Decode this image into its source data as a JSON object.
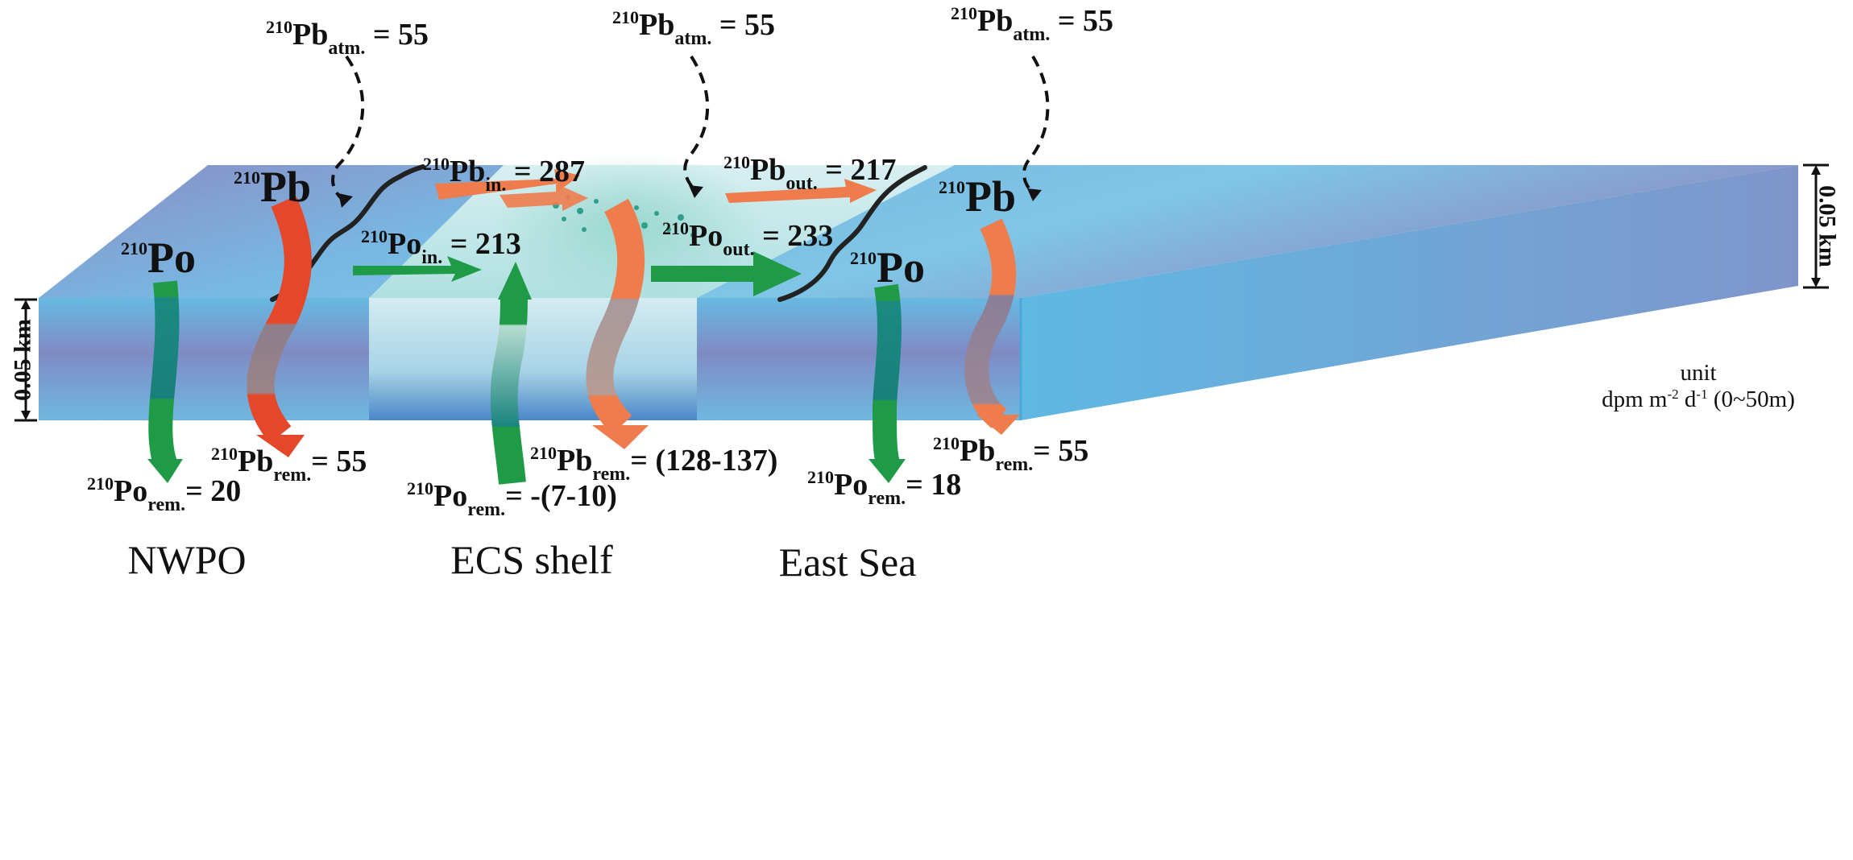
{
  "colors": {
    "water_top": "#78c2e4",
    "water_dark": "#8088c0",
    "water_front": "#6ab6df",
    "water_side": "#5ab4e0",
    "shelf_light": "#cfe9ef",
    "shelf_blue": "#3f7fc7",
    "pb_red": "#e5472a",
    "pb_orange": "#ef7c4d",
    "po_green": "#1f9a47",
    "po_teal": "#16807c",
    "front_line": "#1f2b35"
  },
  "icons": {
    "atmospheric": "dashed-curved-arrow-icon",
    "boundary": "wavy-line-icon",
    "lateral": "straight-arrow-icon",
    "vertical": "curved-arrow-icon"
  },
  "atm": [
    {
      "main": "Pb",
      "sup": "210",
      "sub": "atm.",
      "value": " = 55"
    },
    {
      "main": "Pb",
      "sup": "210",
      "sub": "atm.",
      "value": " = 55"
    },
    {
      "main": "Pb",
      "sup": "210",
      "sub": "atm.",
      "value": " = 55"
    }
  ],
  "lateral": {
    "pb_in": {
      "main": "Pb",
      "sup": "210",
      "sub": "in.",
      "value": " = 287"
    },
    "po_in": {
      "main": "Po",
      "sup": "210",
      "sub": "in.",
      "value": " = 213"
    },
    "pb_out": {
      "main": "Pb",
      "sup": "210",
      "sub": "out.",
      "value": " = 217"
    },
    "po_out": {
      "main": "Po",
      "sup": "210",
      "sub": "out.",
      "value": " = 233"
    }
  },
  "species": {
    "nwpo_pb": {
      "sup": "210",
      "main": "Pb"
    },
    "nwpo_po": {
      "sup": "210",
      "main": "Po"
    },
    "es_pb": {
      "sup": "210",
      "main": "Pb"
    },
    "es_po": {
      "sup": "210",
      "main": "Po"
    }
  },
  "removal": {
    "nwpo_po": {
      "main": "Po",
      "sup": "210",
      "sub": "rem.",
      "value": "= 20"
    },
    "nwpo_pb": {
      "main": "Pb",
      "sup": "210",
      "sub": "rem.",
      "value": "= 55"
    },
    "ecs_po": {
      "main": "Po",
      "sup": "210",
      "sub": "rem.",
      "value": "= -(7-10)"
    },
    "ecs_pb": {
      "main": "Pb",
      "sup": "210",
      "sub": "rem.",
      "value": "= (128-137)"
    },
    "es_po": {
      "main": "Po",
      "sup": "210",
      "sub": "rem.",
      "value": "= 18"
    },
    "es_pb": {
      "main": "Pb",
      "sup": "210",
      "sub": "rem.",
      "value": "= 55"
    }
  },
  "depth": {
    "left": "0.05 km",
    "right": "0.05 km"
  },
  "unit": {
    "line1": "unit",
    "line2_a": "dpm m",
    "sup_a": "-2",
    "line2_b": " d",
    "sup_b": "-1",
    "line2_c": " (0~50m)"
  },
  "regions": {
    "nwpo": "NWPO",
    "ecs": "ECS shelf",
    "east_sea": "East Sea"
  }
}
